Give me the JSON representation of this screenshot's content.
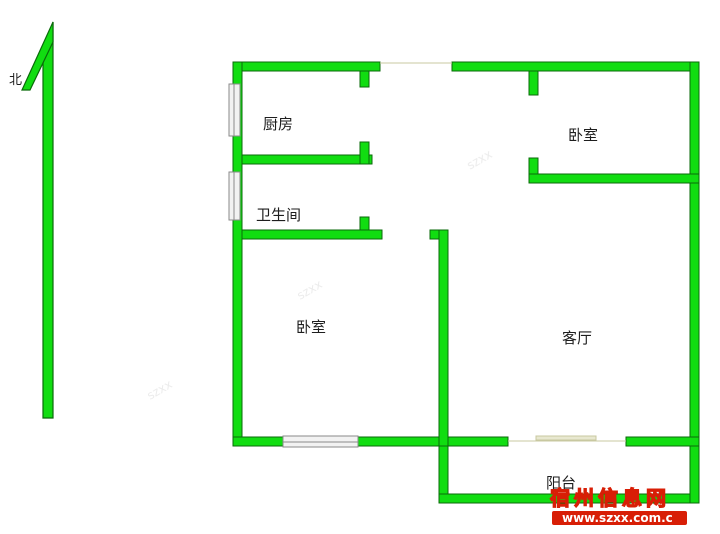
{
  "compass": {
    "label": "北"
  },
  "rooms": {
    "kitchen": "厨房",
    "bathroom": "卫生间",
    "bedroom_ne": "卧室",
    "bedroom_sw": "卧室",
    "living": "客厅",
    "balcony": "阳台"
  },
  "watermark": {
    "title": "宿州信息网",
    "url": "www.szxx.com.c"
  },
  "colors": {
    "wall": "#11dd11",
    "wall_edge": "#0a6a0a",
    "window": "#d9d9d9",
    "watermark_bg": "#d81e06",
    "watermark_text": "#ffd400"
  }
}
